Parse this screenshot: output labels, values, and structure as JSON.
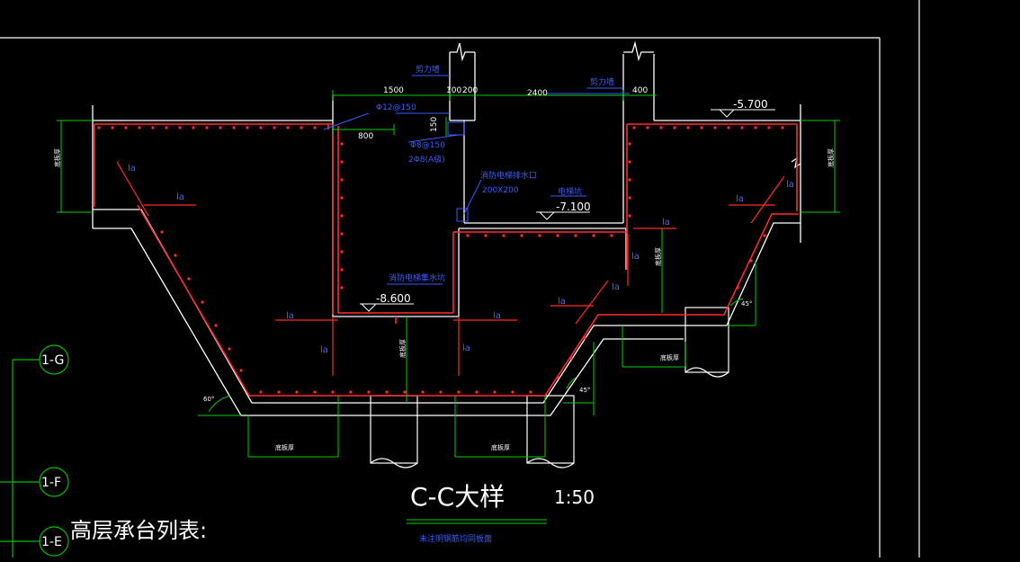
{
  "colors": {
    "background": "#000000",
    "outline": "#ffffff",
    "rebar": "#ff2a2a",
    "dim": "#00d000",
    "annot": "#3a5cff",
    "anchor": "#4466ff",
    "grid": "#00c000",
    "border": "#ffffff",
    "leader": "#ffffff"
  },
  "labels": {
    "shear_wall_left": "剪力墙",
    "shear_wall_right": "剪力墙",
    "dim_1500": "1500",
    "dim_100": "100",
    "dim_200": "200",
    "dim_2400": "2400",
    "dim_400": "400",
    "dim_800": "800",
    "dim_150": "150",
    "rebar_top": "Φ12@150",
    "rebar_mid": "Φ8@150",
    "rebar_strip": "2Φ8(A级)",
    "elev_top": "-5.700",
    "elev_pit": "-7.100",
    "pit_name": "电梯坑",
    "elev_sump": "-8.600",
    "sump_name": "消防电梯集水坑",
    "drain_name": "消防电梯排水口",
    "drain_size": "200X200",
    "slab_thickness_left": "底板厚",
    "slab_thickness_right": "底板厚",
    "slab_thickness_bottom1": "底板厚",
    "slab_thickness_bottom2": "底板厚",
    "slab_thickness_center": "底板厚",
    "slab_thickness_right2": "底板厚",
    "slab_thickness_right3": "底板厚",
    "angle_left": "60°",
    "angle_right1": "45°",
    "angle_right2": "45°",
    "la": "la",
    "detail_title": "C-C大样",
    "scale": "1:50",
    "detail_note": "未注明钢筋均同板面",
    "grid_g": "1-G",
    "grid_f": "1-F",
    "grid_e": "1-E",
    "table_title": "高层承台列表:"
  }
}
